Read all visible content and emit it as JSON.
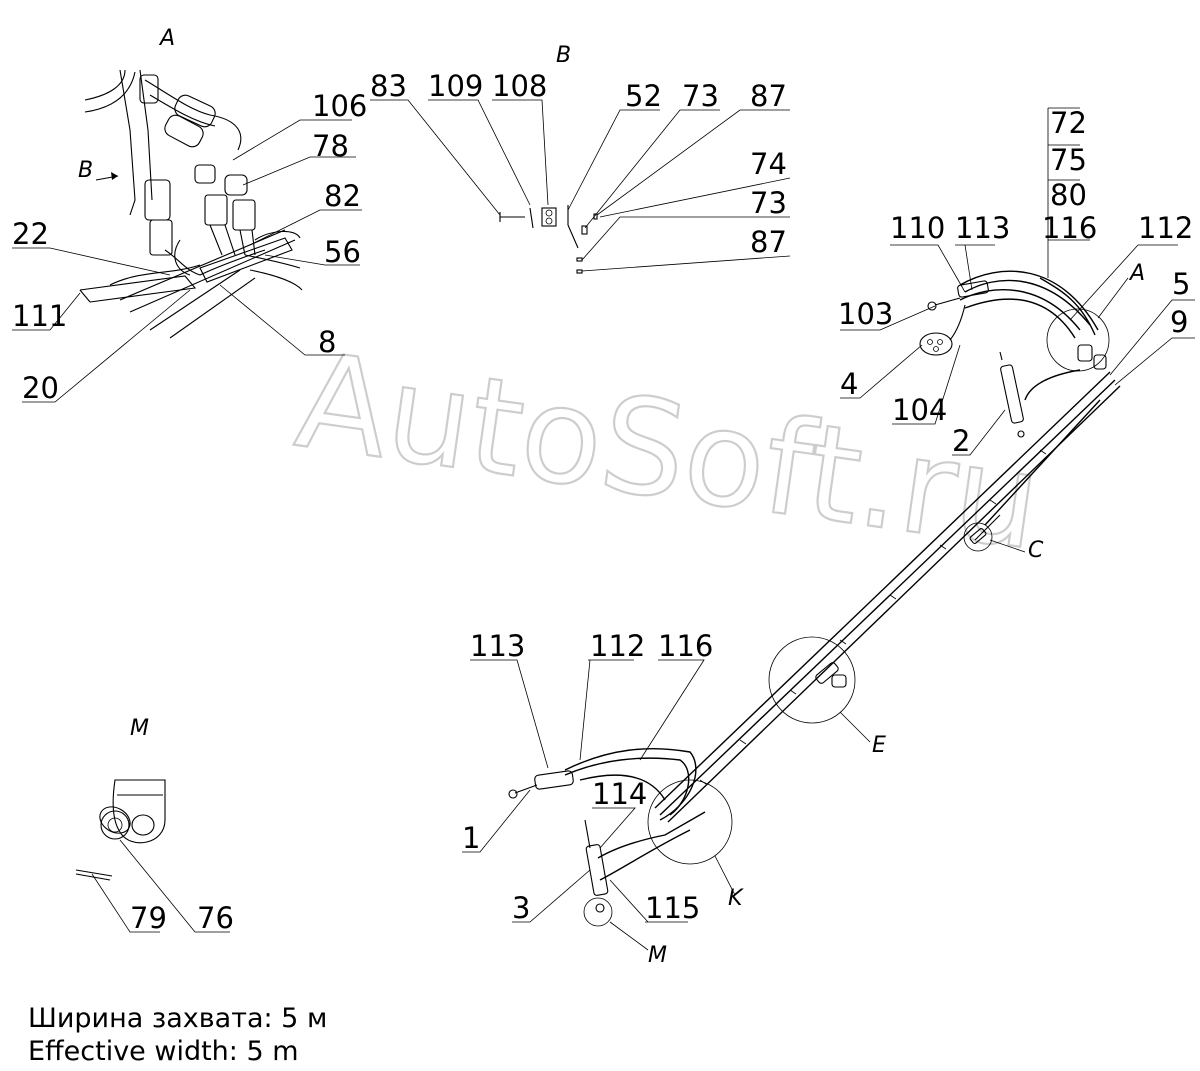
{
  "views": {
    "A1": "A",
    "B": "B",
    "M": "M",
    "A2": "A",
    "C": "C",
    "E": "E",
    "K": "K",
    "M2": "M",
    "Bview": "B"
  },
  "callouts": {
    "v_106": "106",
    "v_78": "78",
    "v_82": "82",
    "v_56": "56",
    "v_22": "22",
    "v_111": "111",
    "v_8": "8",
    "v_20": "20",
    "b_83": "83",
    "b_109": "109",
    "b_108": "108",
    "b_52": "52",
    "b_73a": "73",
    "b_87a": "87",
    "b_74": "74",
    "b_73b": "73",
    "b_87b": "87",
    "r_72": "72",
    "r_75": "75",
    "r_80": "80",
    "r_116": "116",
    "r_110": "110",
    "r_113": "113",
    "r_112": "112",
    "r_5": "5",
    "r_9": "9",
    "r_103": "103",
    "r_4": "4",
    "r_104": "104",
    "r_2": "2",
    "l_113": "113",
    "l_112": "112",
    "l_116": "116",
    "l_1": "1",
    "l_114": "114",
    "l_3": "3",
    "l_115": "115",
    "m_79": "79",
    "m_76": "76"
  },
  "watermark": "AutoSoft.ru",
  "caption": {
    "ru": "Ширина захвата: 5 м",
    "en": "Effective width: 5 m"
  }
}
